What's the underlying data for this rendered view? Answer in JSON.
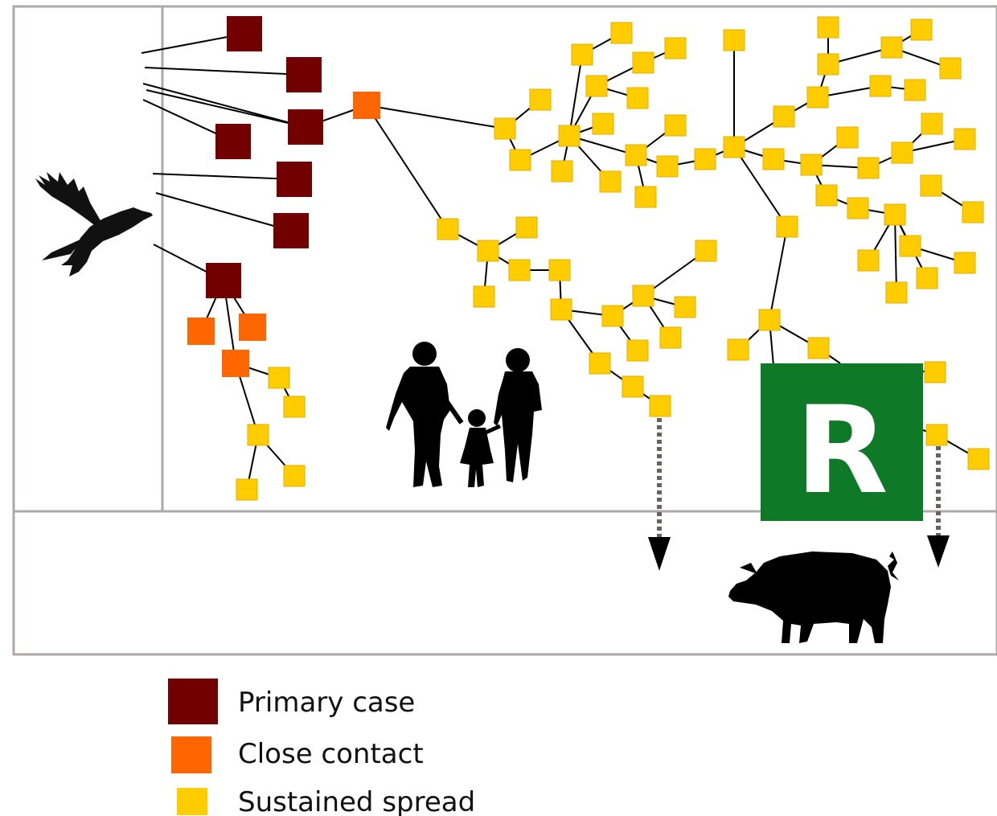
{
  "badge": {
    "letter": "R",
    "color": "#0e7a27"
  },
  "legend": [
    {
      "label": "Primary case",
      "color": "#730000"
    },
    {
      "label": "Close contact",
      "color": "#ff6600"
    },
    {
      "label": "Sustained spread",
      "color": "#ffcc00"
    }
  ],
  "colors": {
    "primary": "#730000",
    "contact": "#ff6600",
    "spread": "#ffcc00",
    "frame": "#b0a8a8",
    "edge": "#000000",
    "arrow": "#6e6060"
  },
  "icons": {
    "wild_bird": "flying-goose-icon",
    "humans": "family-silhouette-icon",
    "pig": "pig-silhouette-icon"
  }
}
